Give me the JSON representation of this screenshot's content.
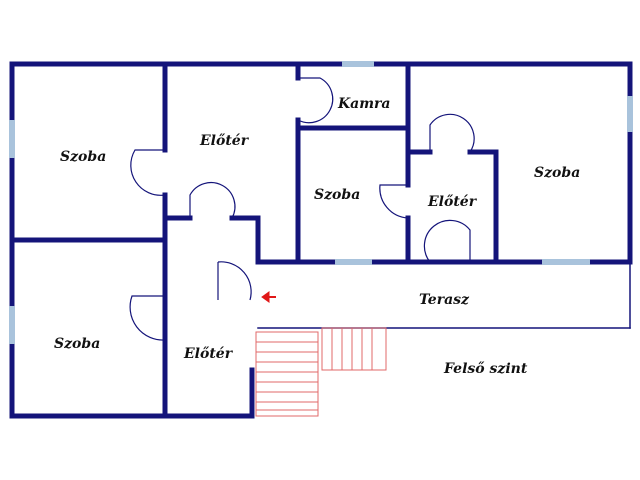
{
  "colors": {
    "wall": "#14147a",
    "window": "#a9c3dc",
    "stairs": "#e06a6a",
    "arrow": "#e01818",
    "background": "#ffffff"
  },
  "rooms": {
    "szoba_top_left": "Szoba",
    "szoba_bottom_left": "Szoba",
    "szoba_middle": "Szoba",
    "szoba_right": "Szoba",
    "eloter_top": "Előtér",
    "eloter_bottom": "Előtér",
    "eloter_right": "Előtér",
    "kamra": "Kamra",
    "terasz": "Terasz"
  },
  "level_label": "Felső szint",
  "icons": {
    "entry_arrow": "arrow-left-icon"
  }
}
